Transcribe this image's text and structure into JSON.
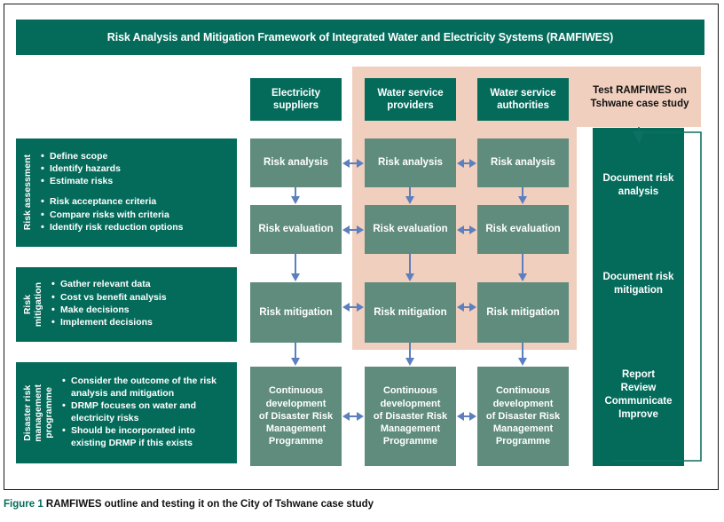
{
  "figure": {
    "title": "Risk Analysis and Mitigation Framework of Integrated Water and Electricity Systems (RAMFIWES)",
    "caption_number": "Figure 1",
    "caption_text": " RAMFIWES outline and testing it on the City of Tshwane case study"
  },
  "colors": {
    "dark_green": "#046B5B",
    "sage_green": "#5F8C7D",
    "pink_band": "#F0CFBE",
    "arrow_blue": "#5C7FBE",
    "frame_border": "#1a1a1a",
    "text_light": "#ffffff",
    "text_dark": "#111111"
  },
  "columns": [
    {
      "key": "electricity",
      "header": "Electricity\nsuppliers"
    },
    {
      "key": "wsp",
      "header": "Water service\nproviders"
    },
    {
      "key": "wsa",
      "header": "Water service\nauthorities"
    }
  ],
  "test_panel": {
    "header": "Test RAMFIWES on\nTshwane case study",
    "segments": [
      "Document risk\nanalysis",
      "Document risk\nmitigation",
      "Report\nReview\nCommunicate\nImprove"
    ]
  },
  "stages": [
    {
      "key": "risk_analysis",
      "label": "Risk analysis"
    },
    {
      "key": "risk_evaluation",
      "label": "Risk evaluation"
    },
    {
      "key": "risk_mitigation",
      "label": "Risk mitigation"
    },
    {
      "key": "drmp",
      "label": "Continuous\ndevelopment\nof Disaster Risk\nManagement\nProgramme"
    }
  ],
  "left_panels": [
    {
      "key": "risk-assessment",
      "vertical_label": "Risk assessment",
      "bullets": [
        {
          "text": "Define scope",
          "gap_before": false
        },
        {
          "text": "Identify hazards",
          "gap_before": false
        },
        {
          "text": "Estimate risks",
          "gap_before": false
        },
        {
          "text": "Risk acceptance criteria",
          "gap_before": true
        },
        {
          "text": "Compare risks with criteria",
          "gap_before": false
        },
        {
          "text": "Identify risk reduction options",
          "gap_before": false
        }
      ]
    },
    {
      "key": "risk-mitigation",
      "vertical_label": "Risk\nmitigation",
      "bullets": [
        {
          "text": "Gather relevant data",
          "gap_before": false
        },
        {
          "text": "Cost vs benefit analysis",
          "gap_before": false
        },
        {
          "text": "Make decisions",
          "gap_before": false
        },
        {
          "text": "Implement decisions",
          "gap_before": false
        }
      ]
    },
    {
      "key": "drmp",
      "vertical_label": "Disaster risk\nmanagement\nprogramme",
      "bullets": [
        {
          "text": "Consider the outcome of the risk analysis and mitigation",
          "gap_before": false
        },
        {
          "text": "DRMP focuses on water and electricity risks",
          "gap_before": false
        },
        {
          "text": "Should be incorporated into existing DRMP if this exists",
          "gap_before": false
        }
      ]
    }
  ]
}
